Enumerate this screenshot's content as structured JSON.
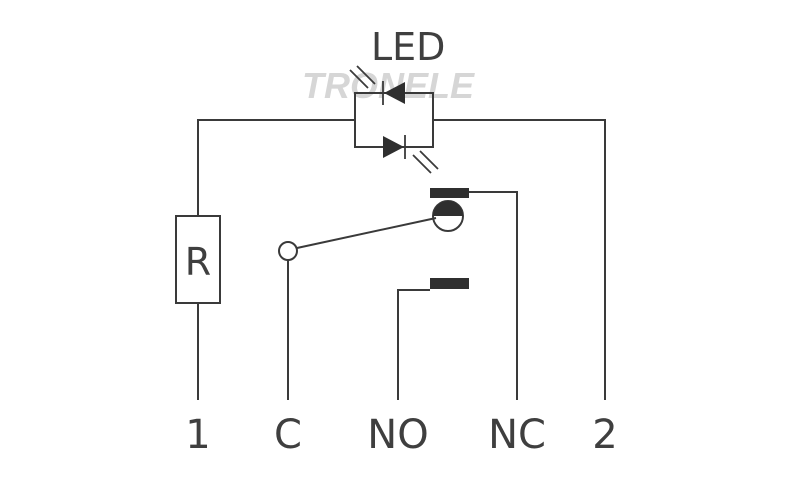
{
  "diagram": {
    "watermark": "TRONELE",
    "led_label": "LED",
    "resistor_label": "R",
    "terminals": {
      "t1": "1",
      "c": "C",
      "no": "NO",
      "nc": "NC",
      "t2": "2"
    }
  },
  "colors": {
    "line": "#3a3a3a",
    "text": "#3f3f3f",
    "watermark": "#d6d6d6",
    "background": "#ffffff"
  }
}
